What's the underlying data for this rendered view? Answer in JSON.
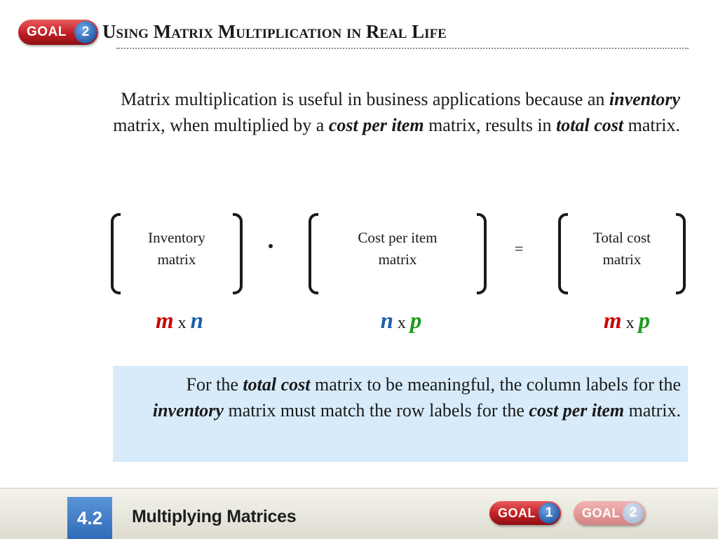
{
  "header": {
    "goal_label": "GOAL",
    "goal_number": "2",
    "title": "Using Matrix Multiplication in Real Life"
  },
  "intro": {
    "p1": "Matrix multiplication is useful in business applications because an ",
    "em1": "inventory",
    "p2": " matrix, when multiplied by a ",
    "em2": "cost per item",
    "p3": " matrix, results in ",
    "em3": "total cost",
    "p4": " matrix."
  },
  "matrices": [
    {
      "line1": "Inventory",
      "line2": "matrix"
    },
    {
      "line1": "Cost per item",
      "line2": "matrix"
    },
    {
      "line1": "Total cost",
      "line2": "matrix"
    }
  ],
  "operators": {
    "dot": "·",
    "equals": "="
  },
  "dimensions": [
    {
      "a": "m",
      "x": "x",
      "b": "n"
    },
    {
      "a": "n",
      "x": "x",
      "b": "p"
    },
    {
      "a": "m",
      "x": "x",
      "b": "p"
    }
  ],
  "colors": {
    "m": "#cc0000",
    "n": "#1f5fa8",
    "p": "#1e9a1e",
    "note_bg": "#d7ebfa",
    "goal_red": "#c11f24"
  },
  "note": {
    "p1": "For the ",
    "em1": "total cost",
    "p2": " matrix to be meaningful, the column labels for the ",
    "em2": "inventory",
    "p3": " matrix must match the row labels for the ",
    "em3": "cost per item",
    "p4": " matrix."
  },
  "footer": {
    "section_number": "4.2",
    "section_title": "Multiplying Matrices",
    "goal1_label": "GOAL",
    "goal1_number": "1",
    "goal2_label": "GOAL",
    "goal2_number": "2"
  }
}
